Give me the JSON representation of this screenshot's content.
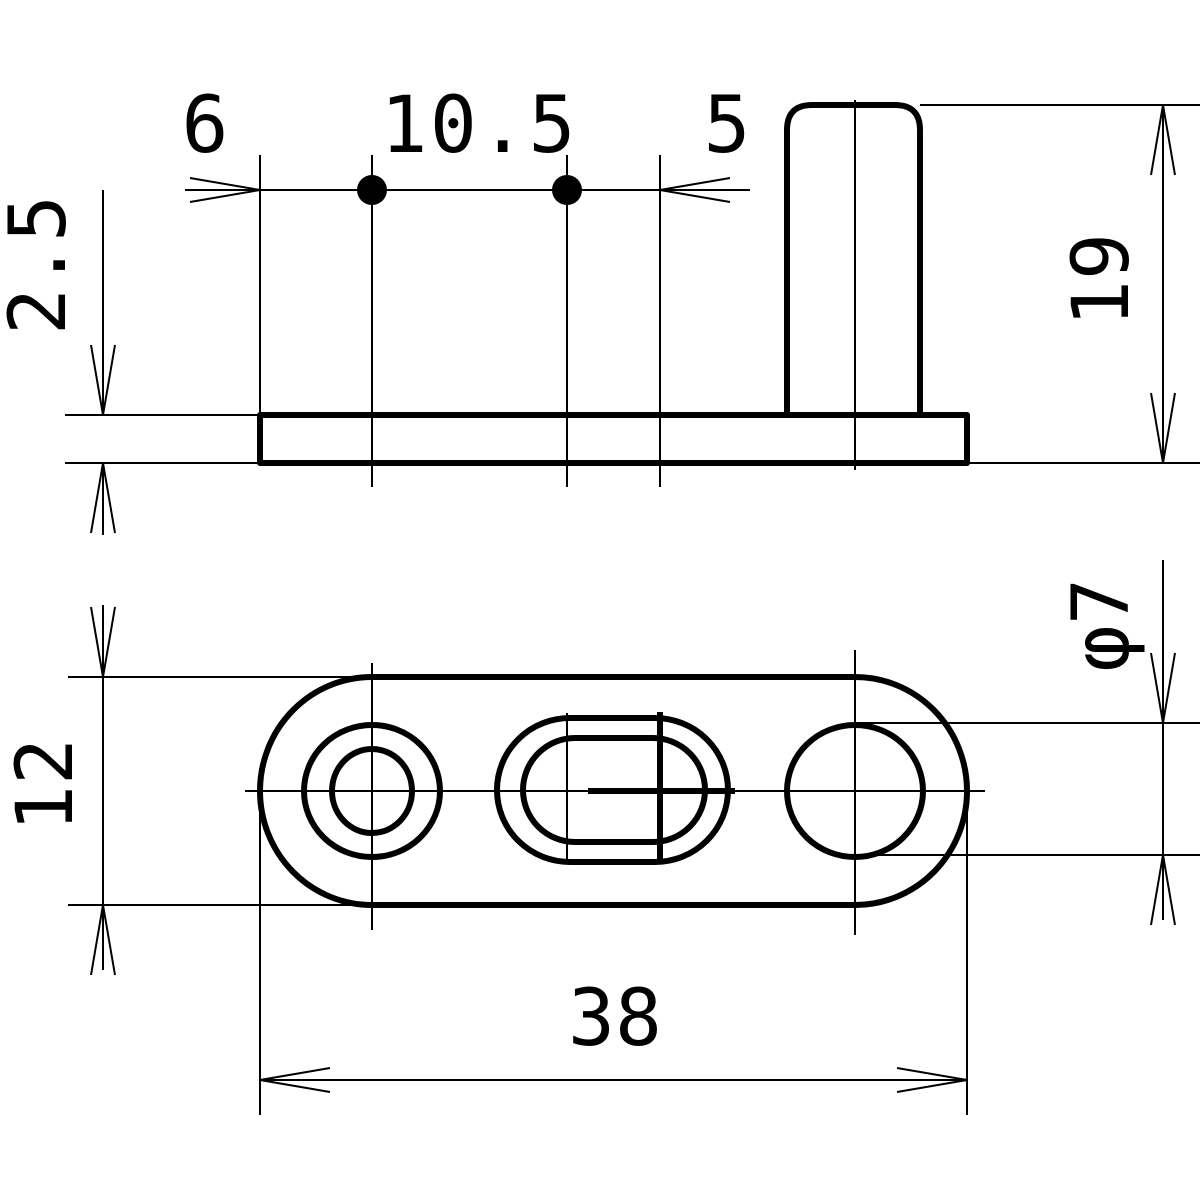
{
  "drawing": {
    "line_color": "#000000",
    "background": "#ffffff",
    "side_view": {
      "dim_left_offset": "6",
      "dim_hole_spacing": "10.5",
      "dim_right_offset": "5",
      "dim_plate_thickness": "2.5",
      "dim_total_height": "19"
    },
    "top_view": {
      "dim_width": "12",
      "dim_pin_diameter": "φ7",
      "dim_length": "38"
    }
  }
}
